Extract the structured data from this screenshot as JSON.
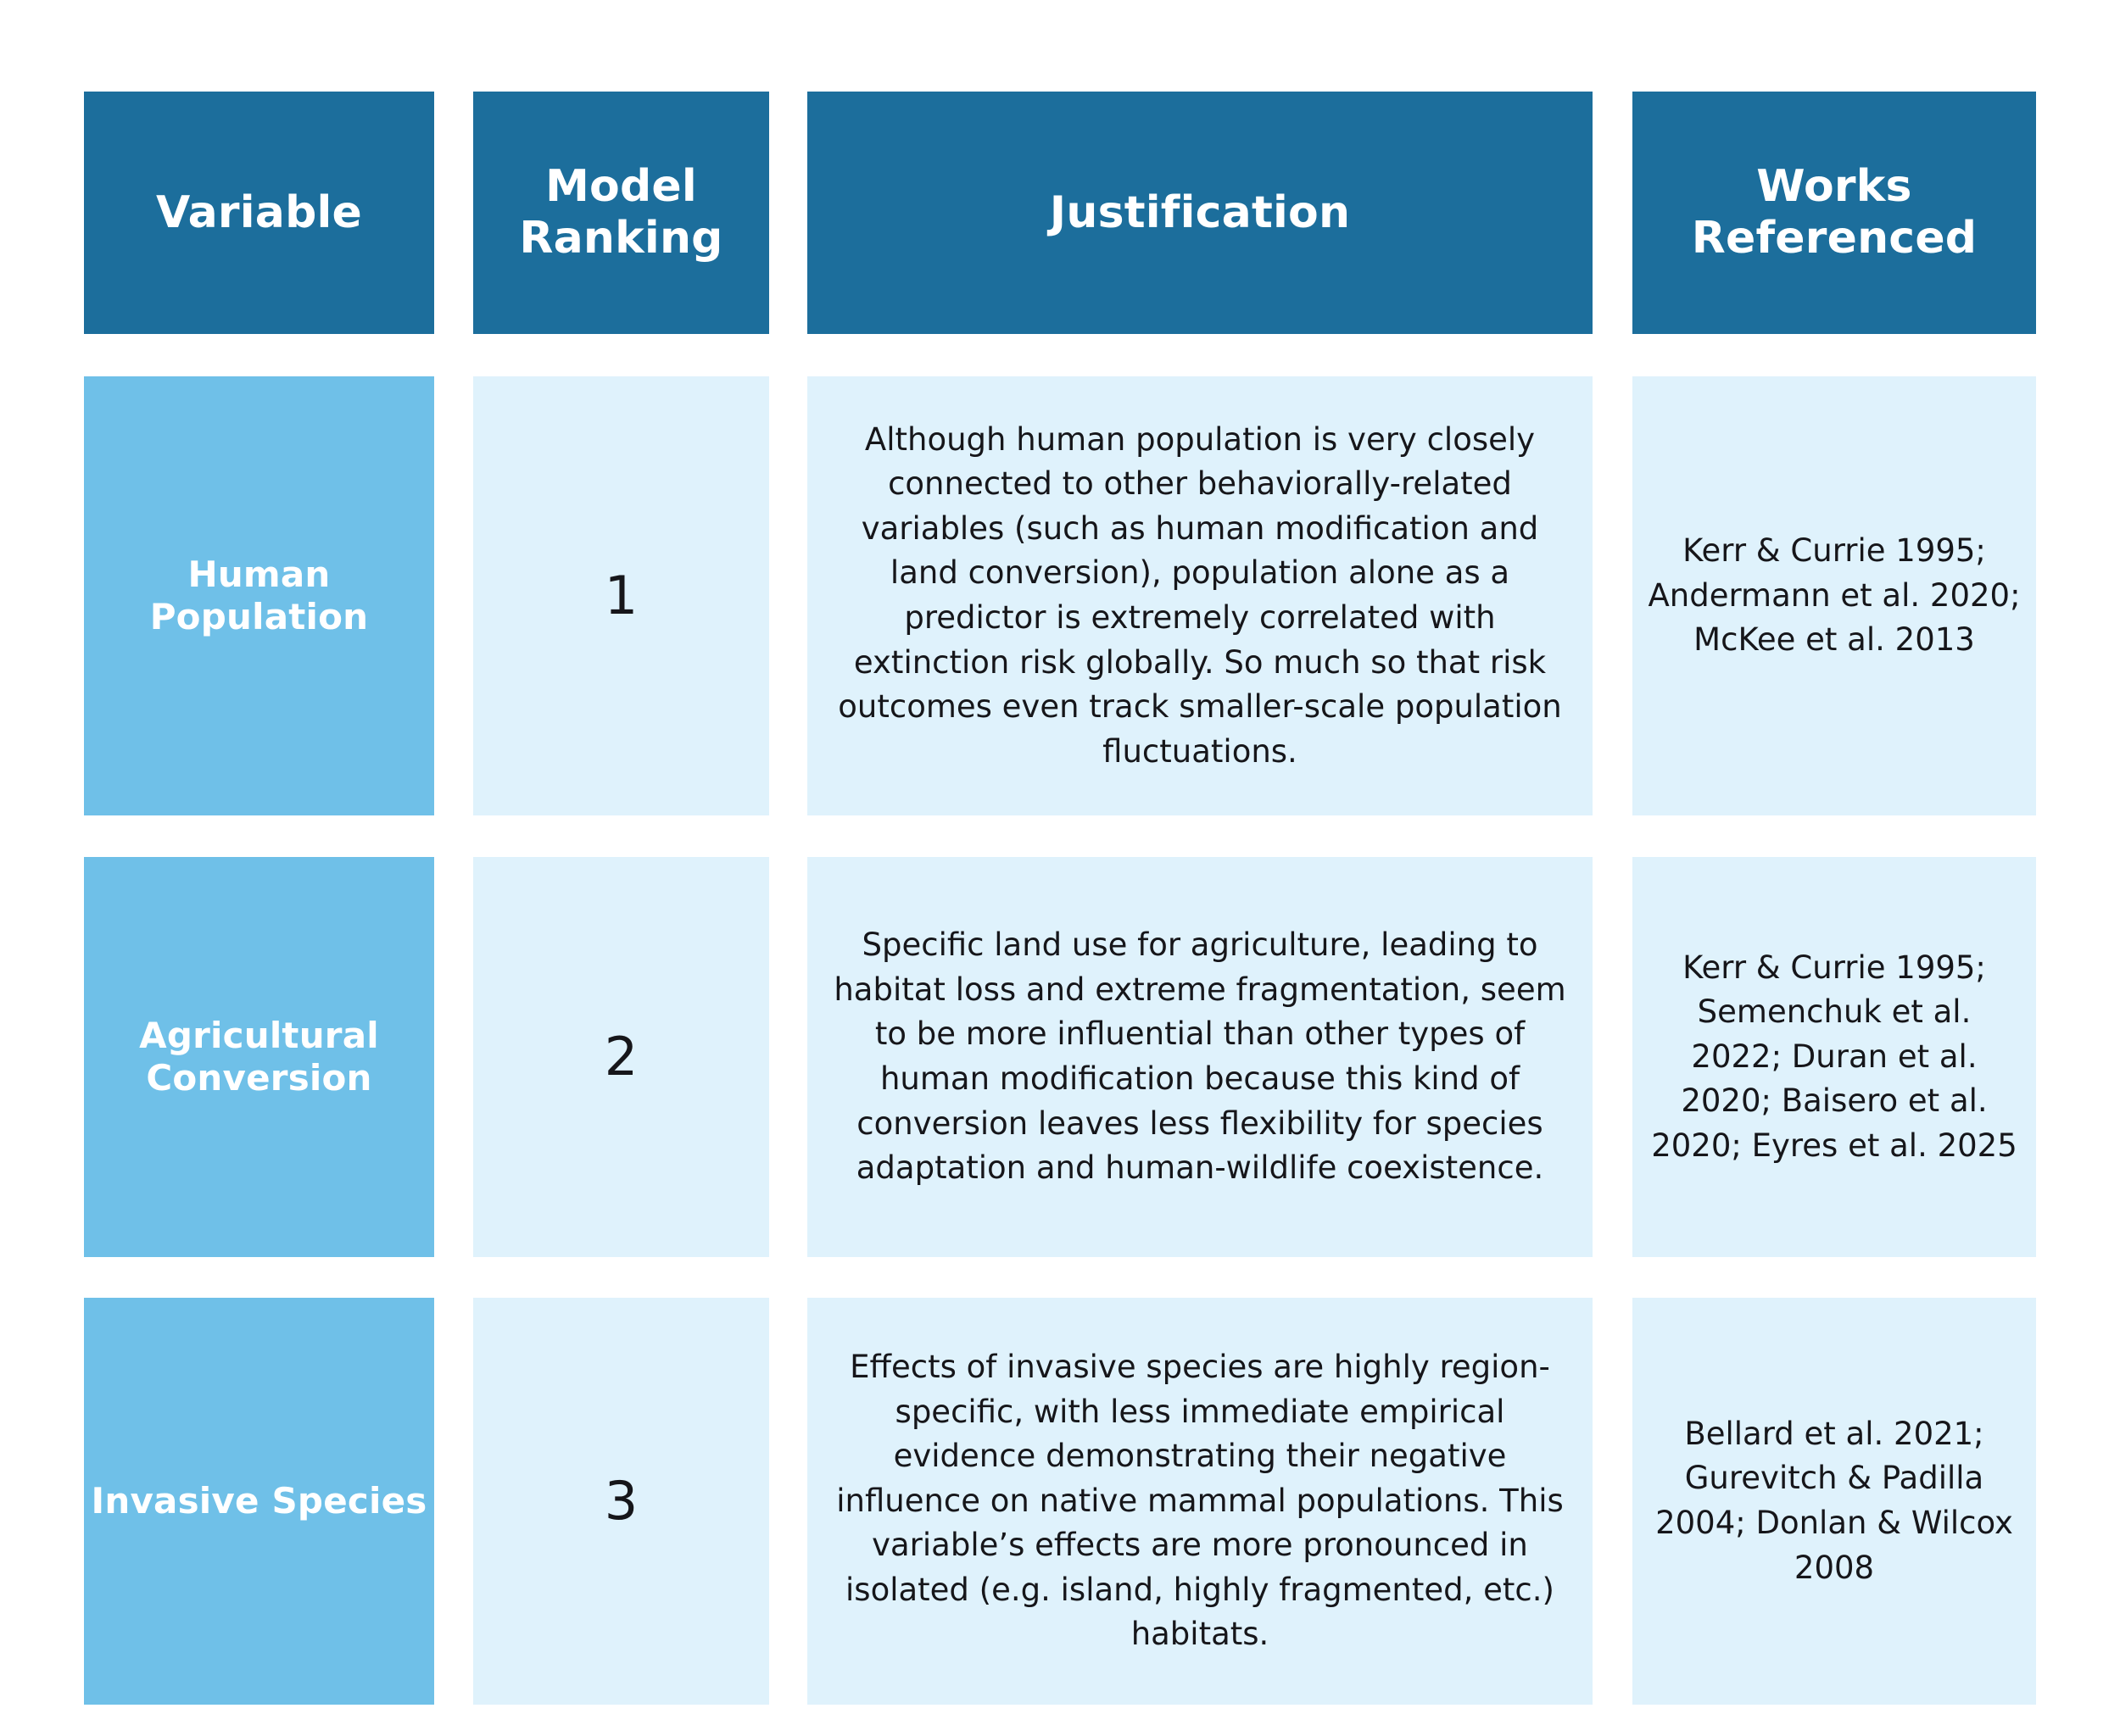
{
  "colors": {
    "header_bg": "#1c6e9c",
    "variable_bg": "#6fc0e8",
    "cell_bg": "#dff2fc",
    "header_text": "#ffffff",
    "body_text": "#16161a",
    "page_bg": "#ffffff"
  },
  "table": {
    "headers": {
      "variable": "Variable",
      "model_ranking": "Model Ranking",
      "justification": "Justification",
      "works_referenced": "Works Referenced"
    },
    "rows": [
      {
        "variable": "Human Population",
        "model_ranking": "1",
        "justification": "Although human population is very closely connected to other behaviorally-related variables (such as human modification and land conversion), population alone as a predictor is extremely correlated with extinction risk globally. So much so that risk outcomes even track smaller-scale population fluctuations.",
        "works_referenced": "Kerr & Currie 1995; Andermann et al. 2020; McKee et al. 2013"
      },
      {
        "variable": "Agricultural Conversion",
        "model_ranking": "2",
        "justification": "Specific land use for agriculture, leading to habitat loss and extreme fragmentation, seem to be more influential than other types of human modification because this kind of conversion leaves less flexibility for species adaptation and human-wildlife coexistence.",
        "works_referenced": "Kerr & Currie 1995; Semenchuk et al. 2022; Duran et al. 2020; Baisero et al. 2020; Eyres et al. 2025"
      },
      {
        "variable": "Invasive Species",
        "model_ranking": "3",
        "justification": "Effects of invasive species are highly region-specific, with less immediate empirical evidence demonstrating their negative influence on native mammal populations. This variable’s effects are more pronounced in isolated (e.g. island, highly fragmented, etc.) habitats.",
        "works_referenced": "Bellard et al. 2021; Gurevitch & Padilla 2004; Donlan & Wilcox 2008"
      }
    ]
  }
}
